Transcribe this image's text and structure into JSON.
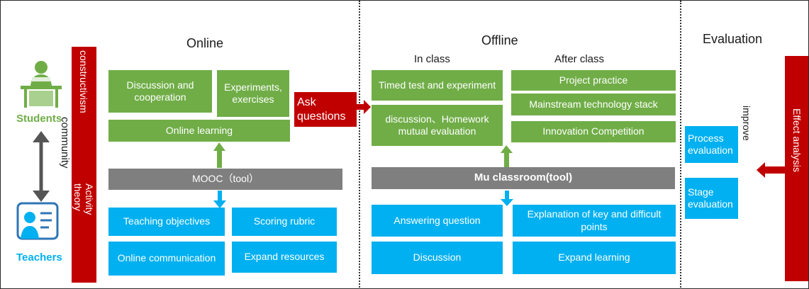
{
  "sections": {
    "online": "Online",
    "offline": "Offline",
    "evaluation": "Evaluation"
  },
  "offline_columns": {
    "in_class": "In class",
    "after_class": "After class"
  },
  "actors": {
    "students": "Students",
    "teachers": "Teachers",
    "community": "community"
  },
  "theory": {
    "constructivism": "constructivism",
    "activity_theory": "Activity theory"
  },
  "online": {
    "discussion": "Discussion and cooperation",
    "experiments": "Experiments, exercises",
    "learning": "Online learning",
    "mooc": "MOOC（tool）",
    "objectives": "Teaching objectives",
    "rubric": "Scoring rubric",
    "communication": "Online communication",
    "resources": "Expand resources"
  },
  "ask_questions": "Ask questions",
  "offline": {
    "timed_test": "Timed test and experiment",
    "homework": "discussion、Homework mutual evaluation",
    "project": "Project practice",
    "stack": "Mainstream technology stack",
    "competition": "Innovation Competition",
    "mu_classroom": "Mu classroom(tool)",
    "answering": "Answering question",
    "key_points": "Explanation of key and difficult points",
    "discussion": "Discussion",
    "expand_learning": "Expand learning"
  },
  "evaluation": {
    "process": "Process evaluation",
    "stage": "Stage evaluation",
    "improve": "improve",
    "effect": "Effect analysis"
  },
  "colors": {
    "green": "#70AD47",
    "blue": "#00B0F0",
    "gray": "#7F7F7F",
    "red": "#C00000"
  }
}
